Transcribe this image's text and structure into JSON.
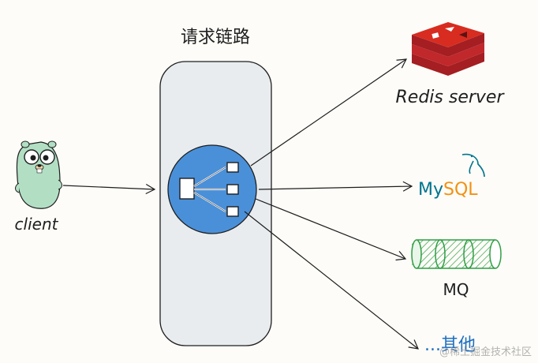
{
  "title": "请求链路",
  "client_label": "client",
  "targets": {
    "redis": "Redis server",
    "mysql": "MySQL",
    "mq": "MQ",
    "other": "...其他"
  },
  "watermark": "@稀土掘金技术社区",
  "colors": {
    "panel_fill": "#e9ecef",
    "hub_fill": "#4a90d9",
    "redis_red": "#c0282b",
    "mysql_blue": "#00758f",
    "mysql_orange": "#f29111",
    "mq_green": "#2f9e44",
    "gopher_green": "#b2dfc4",
    "other_blue": "#1e6fc2"
  },
  "icons": [
    "gopher-icon",
    "redis-icon",
    "mysql-icon",
    "mq-queue-icon",
    "share-hub-icon"
  ]
}
